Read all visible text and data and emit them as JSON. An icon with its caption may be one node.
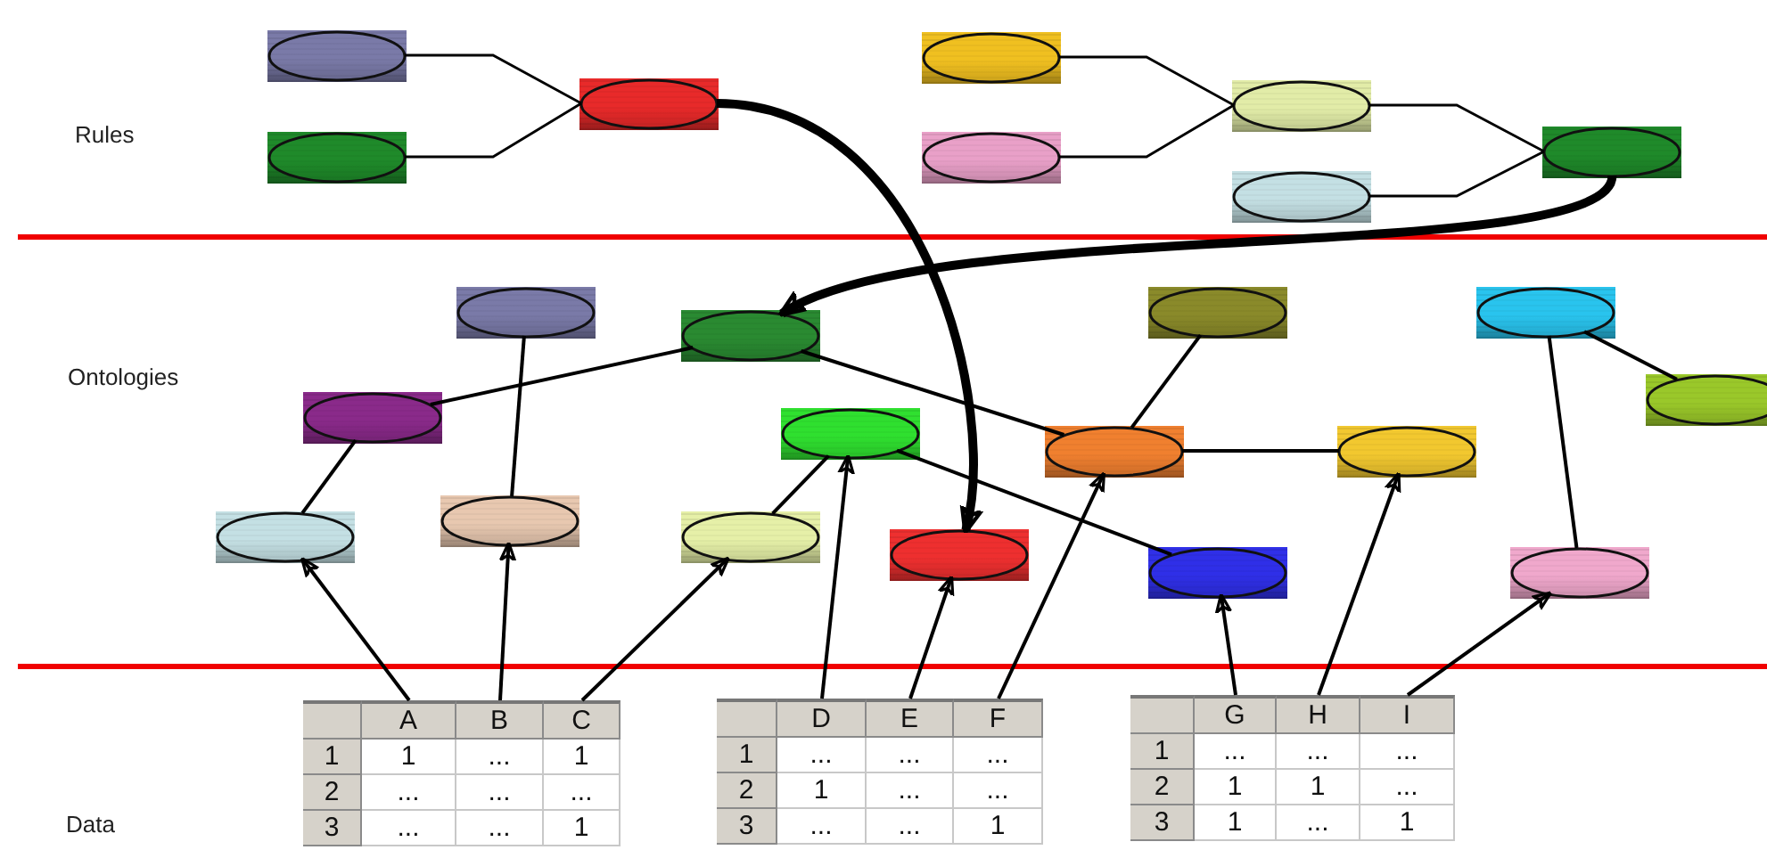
{
  "diagram": {
    "nodes": [
      {
        "text": [],
        "shape": "ellipse"
      },
      {
        "text": [],
        "shape": "ellipse"
      },
      {
        "text": [],
        "shape": "ellipse"
      },
      {
        "text": [],
        "shape": "ellipse"
      },
      {
        "text": [],
        "shape": "ellipse"
      },
      {
        "text": [],
        "shape": "ellipse"
      },
      {
        "text": [],
        "shape": "ellipse"
      },
      {
        "text": [],
        "shape": "ellipse"
      },
      {
        "text": [],
        "shape": "ellipse"
      },
      {
        "text": [],
        "shape": "ellipse"
      },
      {
        "text": [],
        "shape": "ellipse"
      },
      {
        "text": [],
        "shape": "ellipse"
      },
      {
        "text": [],
        "shape": "ellipse"
      },
      {
        "text": [],
        "shape": "ellipse"
      },
      {
        "text": [],
        "shape": "ellipse"
      },
      {
        "text": [],
        "shape": "ellipse"
      },
      {
        "text": [],
        "shape": "ellipse"
      },
      {
        "text": [],
        "shape": "ellipse"
      },
      {
        "text": [],
        "shape": "ellipse"
      },
      {
        "text": [],
        "shape": "ellipse"
      },
      {
        "text": [],
        "shape": "ellipse"
      },
      {
        "text": [],
        "shape": "ellipse"
      },
      {
        "text": [],
        "shape": "ellipse"
      },
      {
        "text": [
          "A"
        ]
      },
      {
        "text": [
          "B"
        ]
      },
      {
        "text": [
          "C"
        ]
      },
      {
        "text": [
          "D"
        ]
      },
      {
        "text": [
          "E"
        ]
      },
      {
        "text": [
          "F"
        ]
      },
      {
        "text": [
          "G"
        ]
      },
      {
        "text": [
          "H"
        ]
      },
      {
        "text": [
          "I"
        ]
      }
    ],
    "edges": [
      {
        "from": 0,
        "to": 2,
        "arrow": "none"
      },
      {
        "from": 1,
        "to": 2,
        "arrow": "none"
      },
      {
        "from": 3,
        "to": 5,
        "arrow": "none"
      },
      {
        "from": 4,
        "to": 5,
        "arrow": "none"
      },
      {
        "from": 5,
        "to": 7,
        "arrow": "none"
      },
      {
        "from": 6,
        "to": 7,
        "arrow": "none"
      },
      {
        "from": 2,
        "to": 20,
        "arrow": "to",
        "style": "thick"
      },
      {
        "from": 7,
        "to": 9,
        "arrow": "to",
        "style": "thick"
      },
      {
        "from": 9,
        "to": 10,
        "arrow": "none"
      },
      {
        "from": 8,
        "to": 18,
        "arrow": "none"
      },
      {
        "from": 10,
        "to": 17,
        "arrow": "none"
      },
      {
        "from": 9,
        "to": 14,
        "arrow": "none"
      },
      {
        "from": 19,
        "to": 13,
        "arrow": "none"
      },
      {
        "from": 13,
        "to": 21,
        "arrow": "none"
      },
      {
        "from": 11,
        "to": 14,
        "arrow": "none"
      },
      {
        "from": 14,
        "to": 15,
        "arrow": "none"
      },
      {
        "from": 12,
        "to": 22,
        "arrow": "none"
      },
      {
        "from": 12,
        "to": 16,
        "arrow": "none"
      },
      {
        "from": 23,
        "to": 17,
        "arrow": "to"
      },
      {
        "from": 24,
        "to": 18,
        "arrow": "to"
      },
      {
        "from": 25,
        "to": 19,
        "arrow": "to"
      },
      {
        "from": 26,
        "to": 13,
        "arrow": "to"
      },
      {
        "from": 27,
        "to": 20,
        "arrow": "to"
      },
      {
        "from": 28,
        "to": 14,
        "arrow": "to"
      },
      {
        "from": 29,
        "to": 21,
        "arrow": "to"
      },
      {
        "from": 30,
        "to": 15,
        "arrow": "to"
      },
      {
        "from": 31,
        "to": 22,
        "arrow": "to"
      }
    ],
    "labels": [
      "Rules",
      "Ontologies",
      "Data",
      "1",
      "1",
      "...",
      "1",
      "2",
      "...",
      "...",
      "...",
      "3",
      "...",
      "...",
      "1",
      "1",
      "...",
      "...",
      "...",
      "2",
      "1",
      "...",
      "...",
      "3",
      "...",
      "...",
      "1",
      "1",
      "...",
      "...",
      "...",
      "2",
      "1",
      "1",
      "...",
      "3",
      "1",
      "...",
      "1"
    ]
  }
}
